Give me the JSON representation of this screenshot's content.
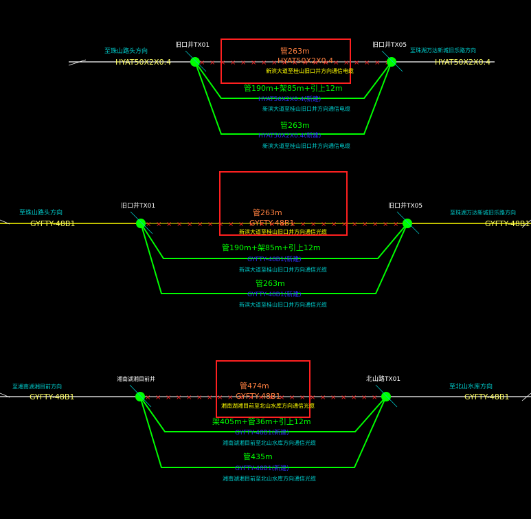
{
  "colors": {
    "white": "#ffffff",
    "yellow": "#ffff00",
    "green": "#00ff00",
    "red": "#ff2020",
    "cyan": "#00cccc",
    "blue": "#3030ff",
    "orange": "#ff8040",
    "label_yellow": "#ffff66"
  },
  "sections": [
    {
      "left_dir": "至珠山路头方向",
      "left_cable": "HYAT50X2X0.4",
      "left_node": "旧口井TX01",
      "right_node": "旧口井TX05",
      "right_dir": "至珠湖万达新城旧乐路方向",
      "right_cable": "HYAT50X2X0.4",
      "box_length": "管263m",
      "box_cable": "HYAT50X2X0.4",
      "box_desc": "新滨大道至桂山旧口井方向通信电缆",
      "mid_length": "管190m+架85m+引上12m",
      "mid_cable": "HYAT50X2X0.4(新建)",
      "mid_desc": "新滨大道至桂山旧口井方向通信电缆",
      "low_length": "管263m",
      "low_cable": "HYAT50X2X0.4(新建)",
      "low_desc": "新滨大道至桂山旧口井方向通信电缆"
    },
    {
      "left_dir": "至珠山路头方向",
      "left_cable": "GYFTY-48B1",
      "left_node": "旧口井TX01",
      "right_node": "旧口井TX05",
      "right_dir": "至珠湖万达新城旧乐路方向",
      "right_cable": "GYFTY-48B1",
      "box_length": "管263m",
      "box_cable": "GYFTY-48B1",
      "box_desc": "新滨大道至桂山旧口井方向通信光缆",
      "mid_length": "管190m+架85m+引上12m",
      "mid_cable": "GYFTY-48B1(新建)",
      "mid_desc": "新滨大道至桂山旧口井方向通信光缆",
      "low_length": "管263m",
      "low_cable": "GYFTY-48B1(新建)",
      "low_desc": "新滨大道至桂山旧口井方向通信光缆"
    },
    {
      "left_dir": "至湘南湖湘目前方向",
      "left_cable": "GYFTY-48B1",
      "left_node": "湘南湖湘目前井",
      "right_node": "北山路TX01",
      "right_dir": "至北山水库方向",
      "right_cable": "GYFTY-48B1",
      "box_length": "管474m",
      "box_cable": "GYFTY-48B1",
      "box_desc": "湘南湖湘目前至北山水库方向通信光缆",
      "mid_length": "架405m+管36m+引上12m",
      "mid_cable": "GYFTY-48B1(新建)",
      "mid_desc": "湘南湖湘目前至北山水库方向通信光缆",
      "low_length": "管435m",
      "low_cable": "GYFTY-48B1(新建)",
      "low_desc": "湘南湖湘目前至北山水库方向通信光缆"
    }
  ]
}
